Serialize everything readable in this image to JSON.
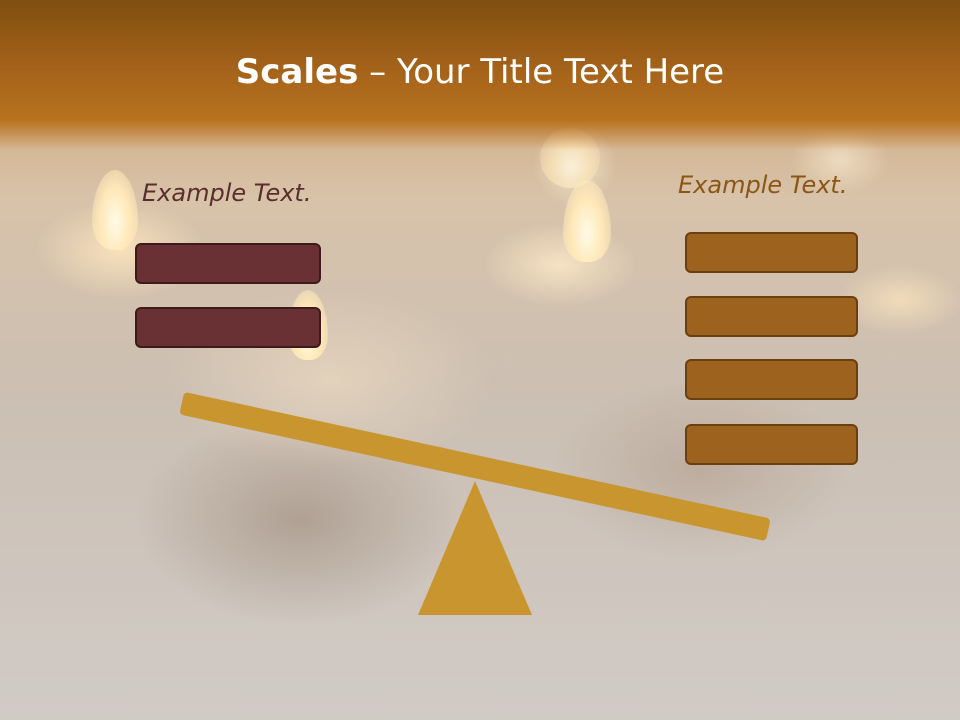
{
  "slide": {
    "title_bold": "Scales",
    "title_rest": " – Your Title Text Here",
    "left_label": "Example Text.",
    "right_label": "Example Text.",
    "left_boxes": 2,
    "right_boxes": 4
  },
  "colors": {
    "title_bar": "#a4621a",
    "left_box": "#6a3134",
    "right_box": "#9e621f",
    "beam": "#c9952f",
    "left_label": "#5a2e2e",
    "right_label": "#8a5618"
  },
  "icons": [
    "candle-background-image",
    "scale-fulcrum-triangle"
  ]
}
